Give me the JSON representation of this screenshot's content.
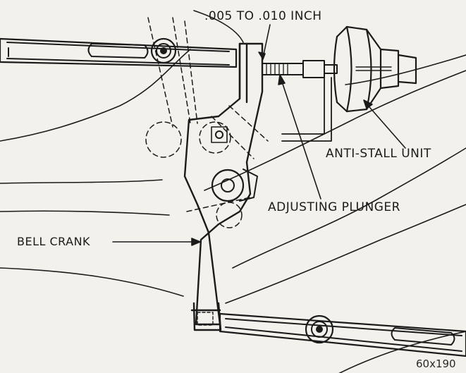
{
  "callouts": {
    "clearance": ".005 TO .010 INCH",
    "anti_stall_unit": "ANTI-STALL UNIT",
    "adjusting_plunger": "ADJUSTING PLUNGER",
    "bell_crank": "BELL CRANK"
  },
  "figure_number": "60x190",
  "colors": {
    "paper": "#f3f1eb",
    "ink": "#1b1b1b"
  }
}
